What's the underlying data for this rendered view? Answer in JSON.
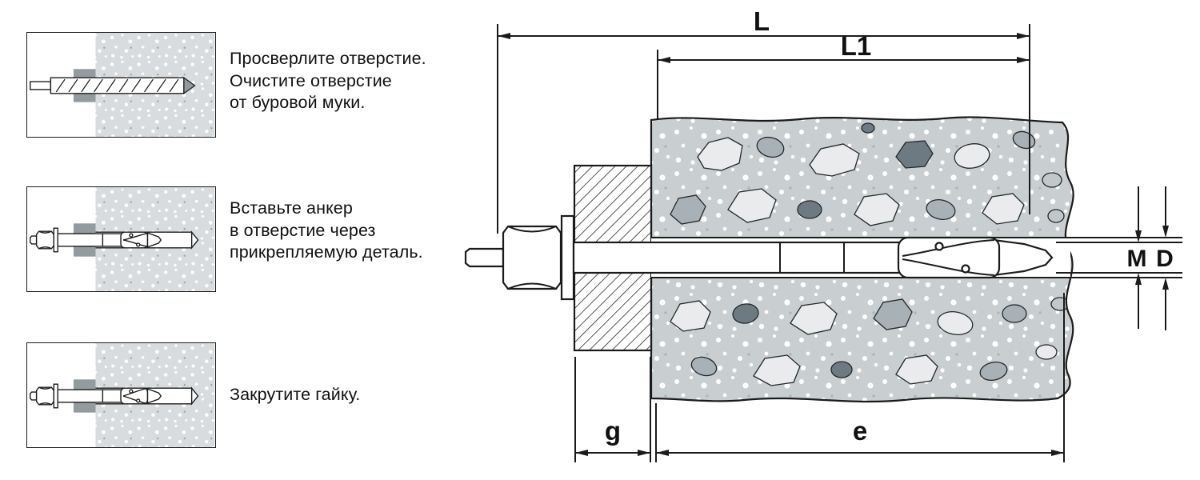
{
  "steps": [
    {
      "caption": "Просверлите отверстие.\nОчистите отверстие\nот буровой муки."
    },
    {
      "caption": "Вставьте анкер\nв отверстие через\nприкрепляемую деталь."
    },
    {
      "caption": "Закрутите гайку."
    }
  ],
  "dimension_labels": {
    "total_length": "L",
    "anchor_length": "L1",
    "thread": "M",
    "drill_diameter": "D",
    "clamping_thickness": "g",
    "embedment": "e"
  },
  "colors": {
    "line": "#1b1b1b",
    "concrete": "#c9ced1",
    "concrete_panel": "#d9dcde",
    "stone_light": "#e9ebec",
    "stone_mid": "#a8b1b5",
    "stone_dark": "#6d7a81",
    "fixture_gray": "#949b9e"
  }
}
